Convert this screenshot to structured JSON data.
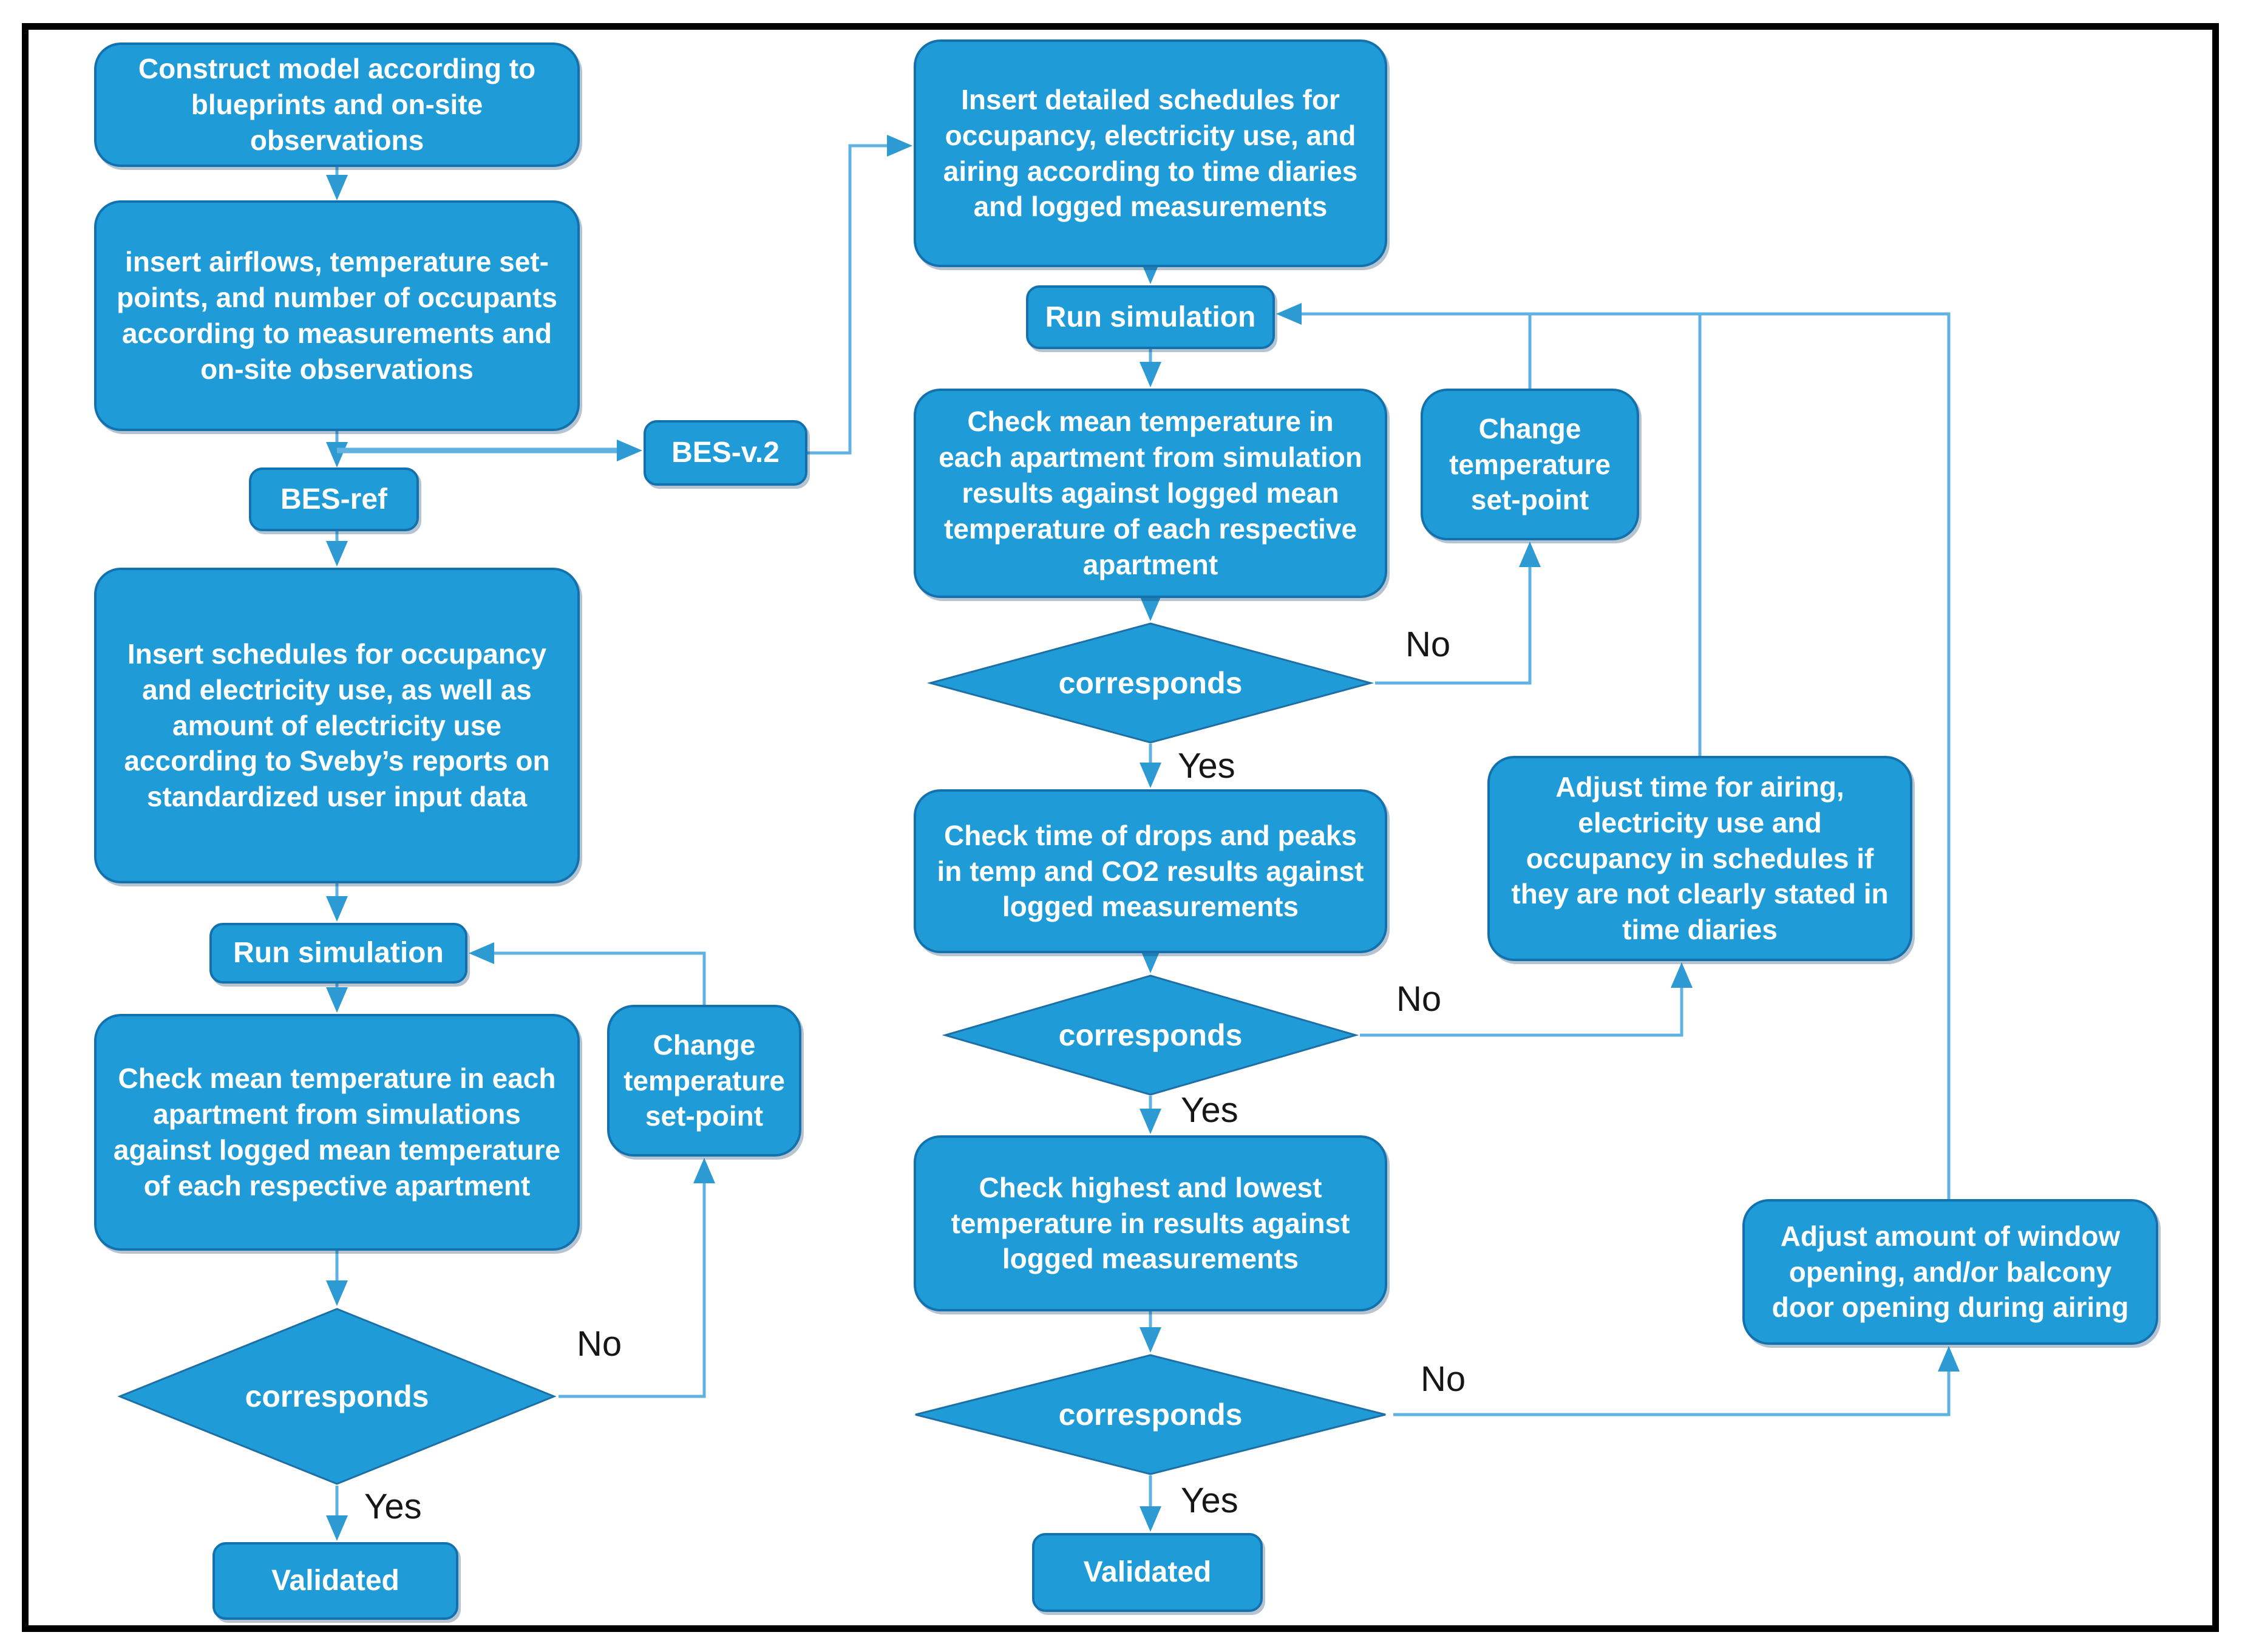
{
  "diagram": {
    "background": "#ffffff",
    "frame_color": "#000000",
    "node_fill": "#1F9CD7",
    "node_border": "#1372AD",
    "connector_color": "#5FB2E2",
    "arrowhead_color": "#2D9AD4",
    "node_text_color": "#ffffff",
    "branch_label_color": "#161616"
  },
  "labels": {
    "yes": "Yes",
    "no": "No"
  },
  "nodes": {
    "construct_model": "Construct model according to blueprints and on-site observations",
    "insert_airflows": "insert airflows, temperature set-points, and number of occupants according to measurements and on-site observations",
    "bes_ref": "BES-ref",
    "insert_schedules": "Insert schedules for occupancy and electricity use, as well as amount of electricity use according to Sveby’s reports on standardized user input data",
    "run_simulation_left": "Run simulation",
    "check_mean_left": "Check mean temperature in each apartment from simulations against logged mean temperature of each respective apartment",
    "corresponds_left": "corresponds",
    "validated_left": "Validated",
    "change_setpoint_left": "Change temperature set-point",
    "bes_v2": "BES-v.2",
    "insert_detailed": "Insert detailed schedules for occupancy, electricity use, and airing according to time diaries and logged measurements",
    "run_simulation_right": "Run simulation",
    "check_mean_right": "Check mean temperature in each apartment from simulation results against logged mean temperature of each respective apartment",
    "corresponds_1": "corresponds",
    "change_setpoint_right": "Change temperature set-point",
    "check_time_drops": "Check time of drops and peaks in temp and CO2 results against logged measurements",
    "corresponds_2": "corresponds",
    "adjust_time_airing": "Adjust time for airing, electricity use and occupancy in schedules if they are not clearly stated in time diaries",
    "check_highest_lowest": "Check highest and lowest temperature in results against logged measurements",
    "corresponds_3": "corresponds",
    "adjust_window": "Adjust amount of window opening, and/or balcony door opening during airing",
    "validated_right": "Validated"
  }
}
